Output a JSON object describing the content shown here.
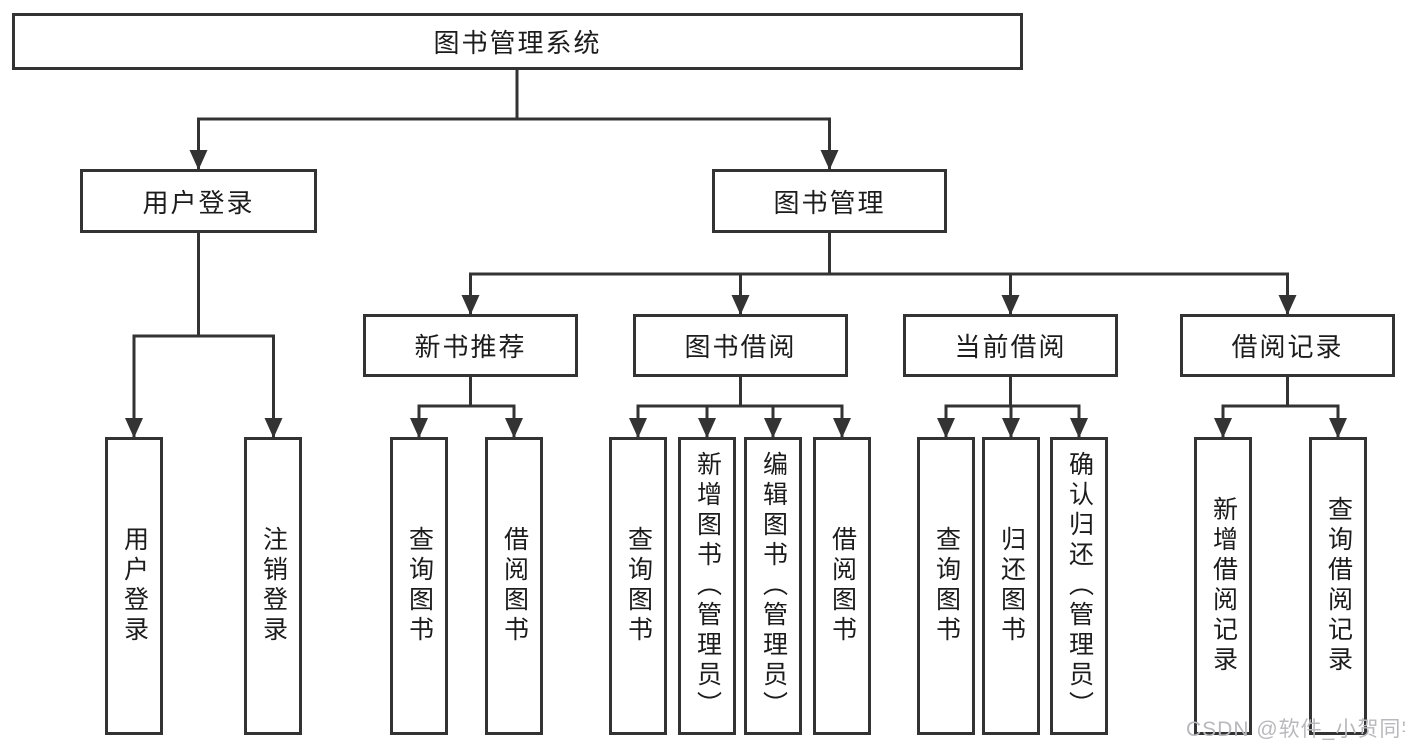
{
  "root": {
    "label": "图书管理系统"
  },
  "user_login": {
    "label": "用户登录",
    "children": {
      "login": {
        "label": "用户登录"
      },
      "logout": {
        "label": "注销登录"
      }
    }
  },
  "book_mgmt": {
    "label": "图书管理",
    "children": {
      "recommend": {
        "label": "新书推荐",
        "children": {
          "query": {
            "label": "查询图书"
          },
          "borrow": {
            "label": "借阅图书"
          }
        }
      },
      "borrow": {
        "label": "图书借阅",
        "children": {
          "query": {
            "label": "查询图书"
          },
          "add": {
            "label": "新增图书（管理员）"
          },
          "edit": {
            "label": "编辑图书（管理员）"
          },
          "borrow": {
            "label": "借阅图书"
          }
        }
      },
      "current": {
        "label": "当前借阅",
        "children": {
          "query": {
            "label": "查询图书"
          },
          "return": {
            "label": "归还图书"
          },
          "confirm": {
            "label": "确认归还（管理员）"
          }
        }
      },
      "records": {
        "label": "借阅记录",
        "children": {
          "add": {
            "label": "新增借阅记录"
          },
          "query": {
            "label": "查询借阅记录"
          }
        }
      }
    }
  },
  "watermark": {
    "text": "CSDN @软件_小贺同学"
  },
  "colors": {
    "line": "#333333",
    "text": "#1c1c1c",
    "watermark": "#b9b9bd",
    "background": "#ffffff"
  }
}
